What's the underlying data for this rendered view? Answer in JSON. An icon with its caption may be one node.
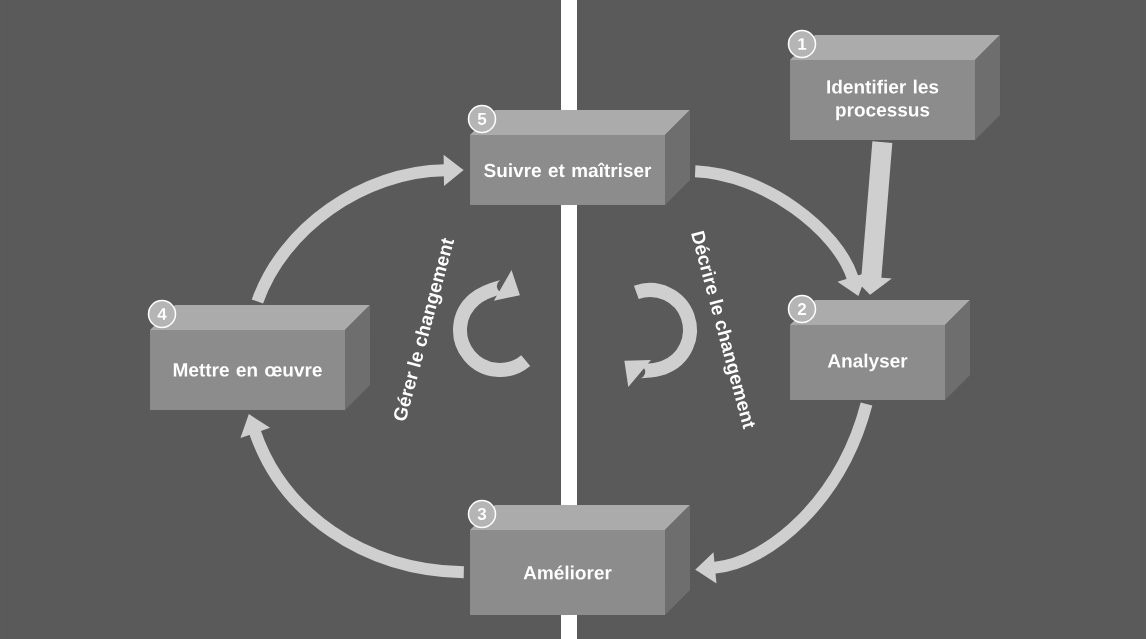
{
  "diagram": {
    "nodes": [
      {
        "text": [
          "Identifier les processus"
        ],
        "beside": [
          "1"
        ]
      },
      {
        "text": [
          "Analyser"
        ],
        "beside": [
          "2"
        ]
      },
      {
        "text": [
          "Améliorer"
        ],
        "beside": [
          "3"
        ]
      },
      {
        "text": [
          "Mettre en œuvre"
        ],
        "beside": [
          "4"
        ]
      },
      {
        "text": [
          "Suivre et maîtriser"
        ],
        "beside": [
          "5"
        ]
      }
    ],
    "edges": [
      {
        "from": 0,
        "to": 1,
        "arrow": "to"
      },
      {
        "from": 4,
        "to": 1,
        "arrow": "to"
      },
      {
        "from": 1,
        "to": 2,
        "arrow": "to"
      },
      {
        "from": 2,
        "to": 3,
        "arrow": "to"
      },
      {
        "from": 3,
        "to": 4,
        "arrow": "to"
      }
    ],
    "labels": [
      "Gérer le changement",
      "Décrire le changement"
    ]
  }
}
